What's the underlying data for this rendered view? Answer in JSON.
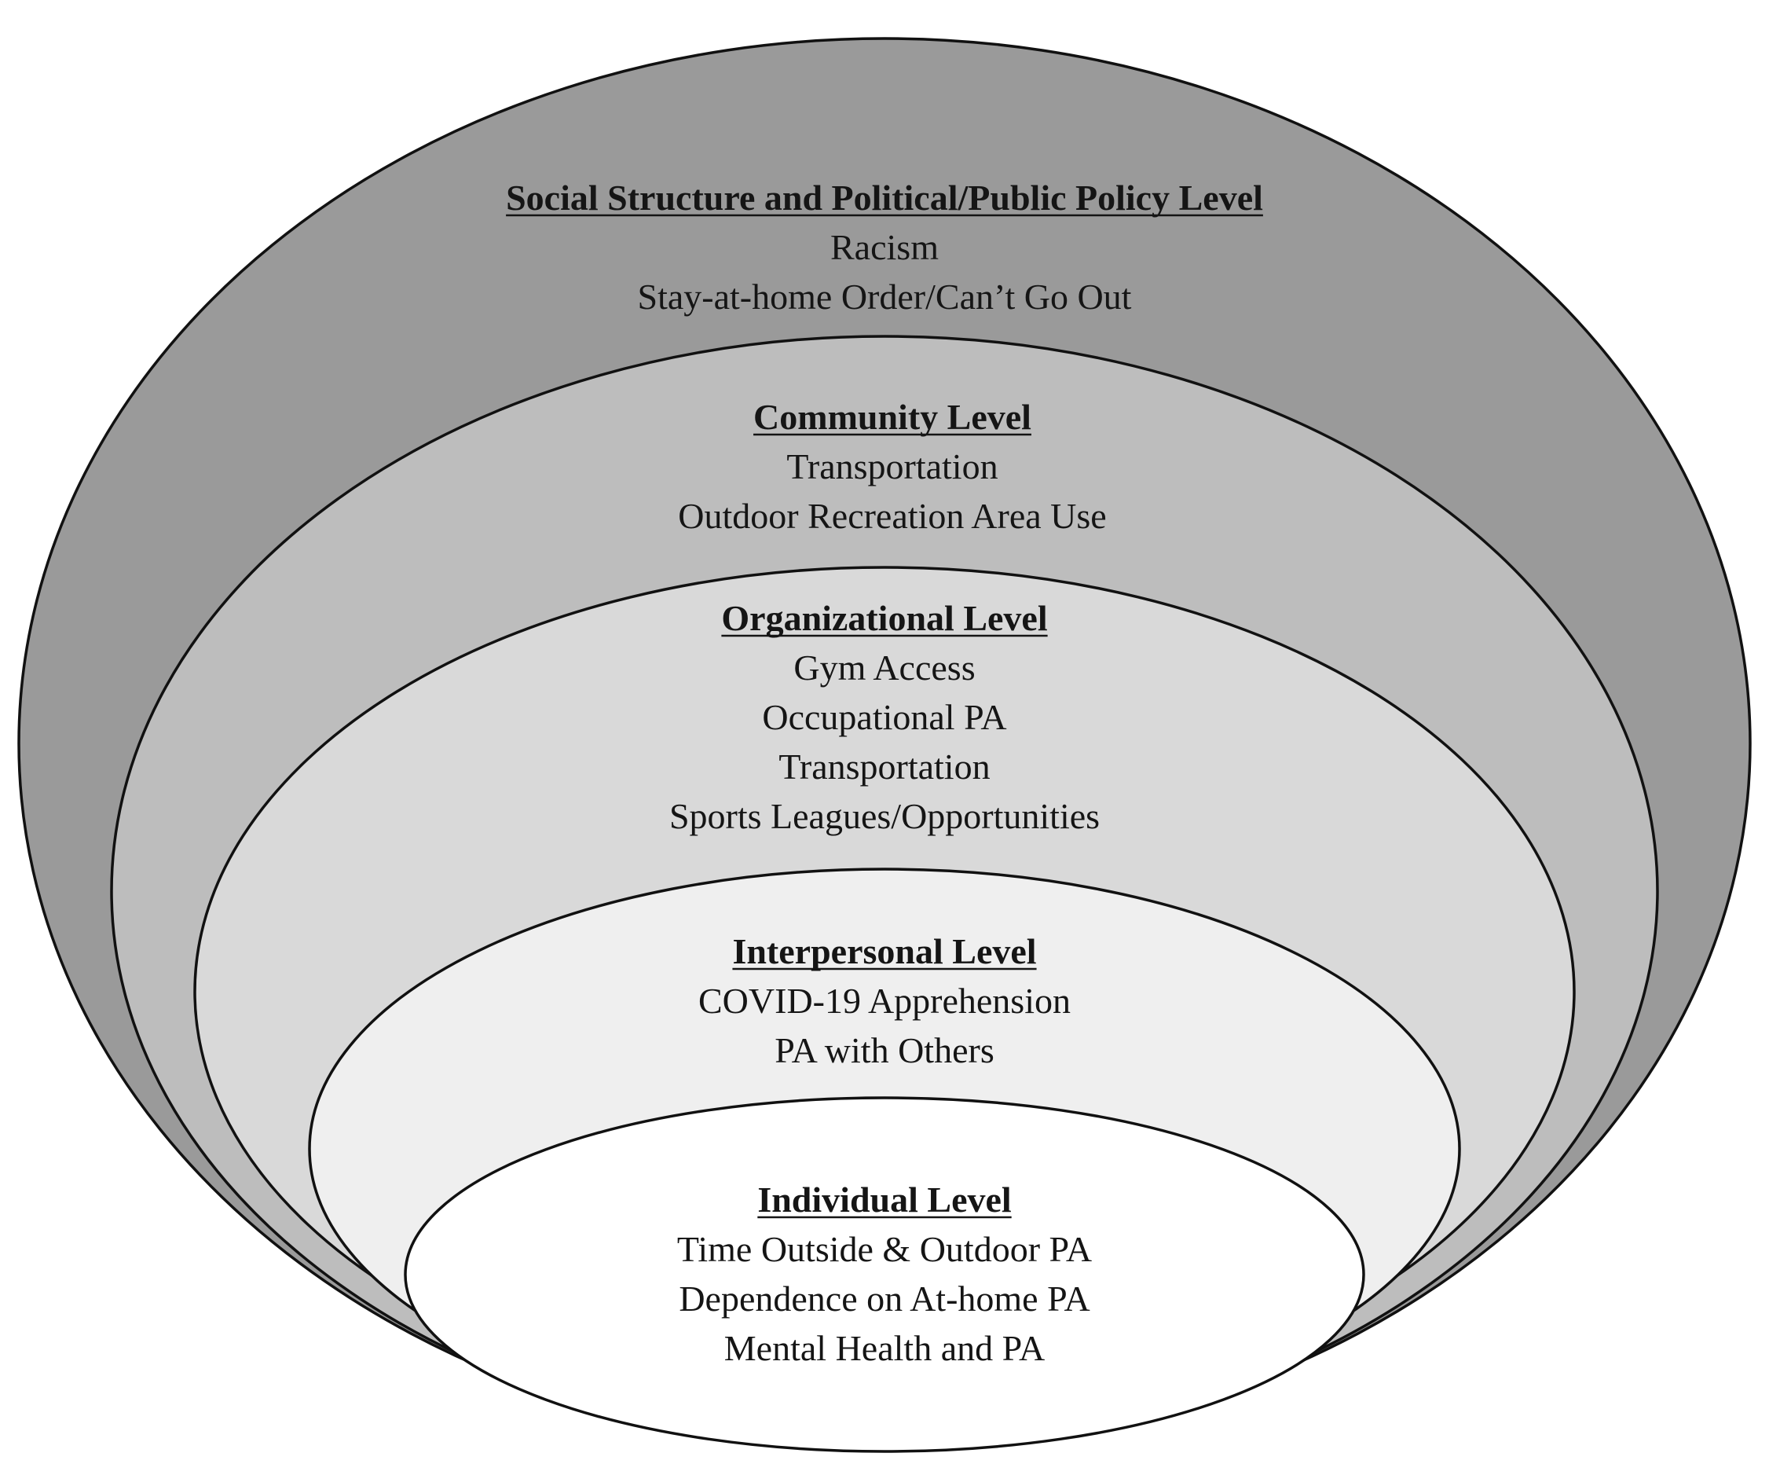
{
  "colors": {
    "social": "#9a9a9a",
    "community": "#bdbdbd",
    "organizational": "#d9d9d9",
    "interpersonal": "#efefef",
    "individual": "#ffffff",
    "outline": "#111111",
    "text": "#151515"
  },
  "levels": [
    {
      "title": "Social Structure and Political/Public Policy Level",
      "items": [
        "Racism",
        "Stay-at-home Order/Can’t Go Out"
      ]
    },
    {
      "title": "Community Level",
      "items": [
        "Transportation",
        "Outdoor Recreation Area Use"
      ]
    },
    {
      "title": "Organizational Level",
      "items": [
        "Gym Access",
        "Occupational PA",
        "Transportation",
        "Sports Leagues/Opportunities"
      ]
    },
    {
      "title": "Interpersonal Level",
      "items": [
        "COVID-19 Apprehension",
        "PA with Others"
      ]
    },
    {
      "title": "Individual Level",
      "items": [
        "Time Outside & Outdoor PA",
        "Dependence on At-home PA",
        "Mental Health and PA"
      ]
    }
  ]
}
